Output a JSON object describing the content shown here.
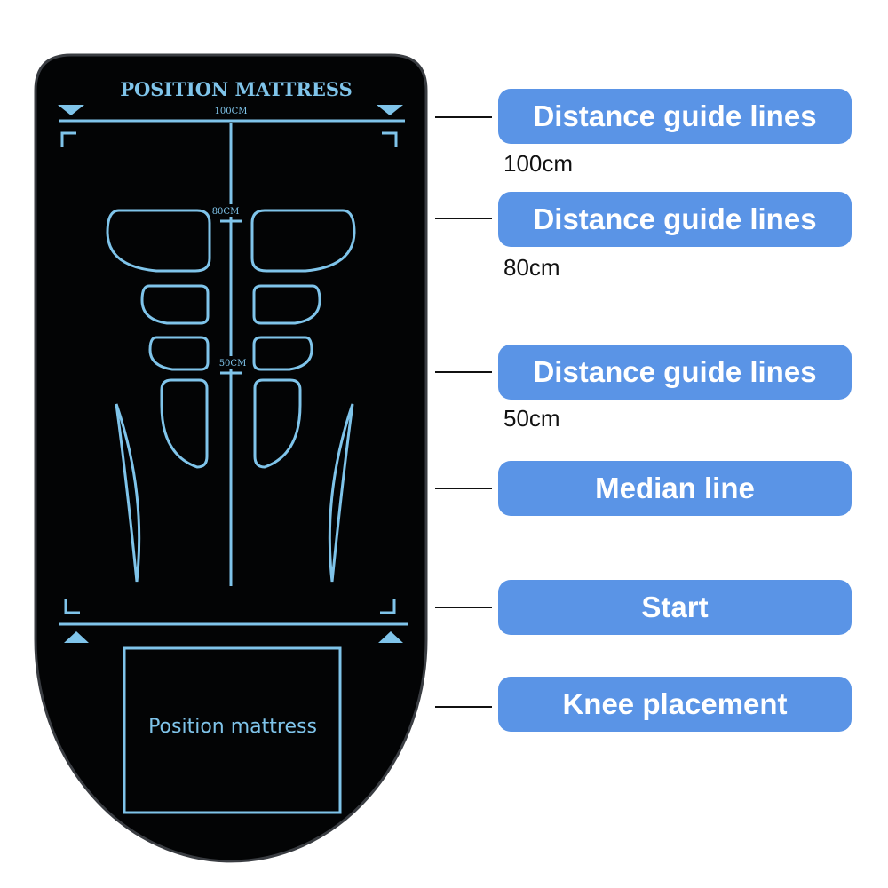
{
  "colors": {
    "mat": "#030405",
    "mat_edge": "#3a3d42",
    "guide": "#7fc4ea",
    "guide_text": "#7fc4ea",
    "pill": "#5a94e6",
    "pill_text": "#ffffff",
    "text": "#111111"
  },
  "mat": {
    "title": "POSITION MATTRESS",
    "top_width_label": "100CM",
    "mark_80": "80CM",
    "mark_50": "50CM",
    "knee_label": "Position mattress"
  },
  "callouts": [
    {
      "label": "Distance guide lines",
      "sub": "100cm"
    },
    {
      "label": "Distance guide lines",
      "sub": "80cm"
    },
    {
      "label": "Distance guide lines",
      "sub": "50cm"
    },
    {
      "label": "Median line",
      "sub": ""
    },
    {
      "label": "Start",
      "sub": ""
    },
    {
      "label": "Knee placement",
      "sub": ""
    }
  ]
}
